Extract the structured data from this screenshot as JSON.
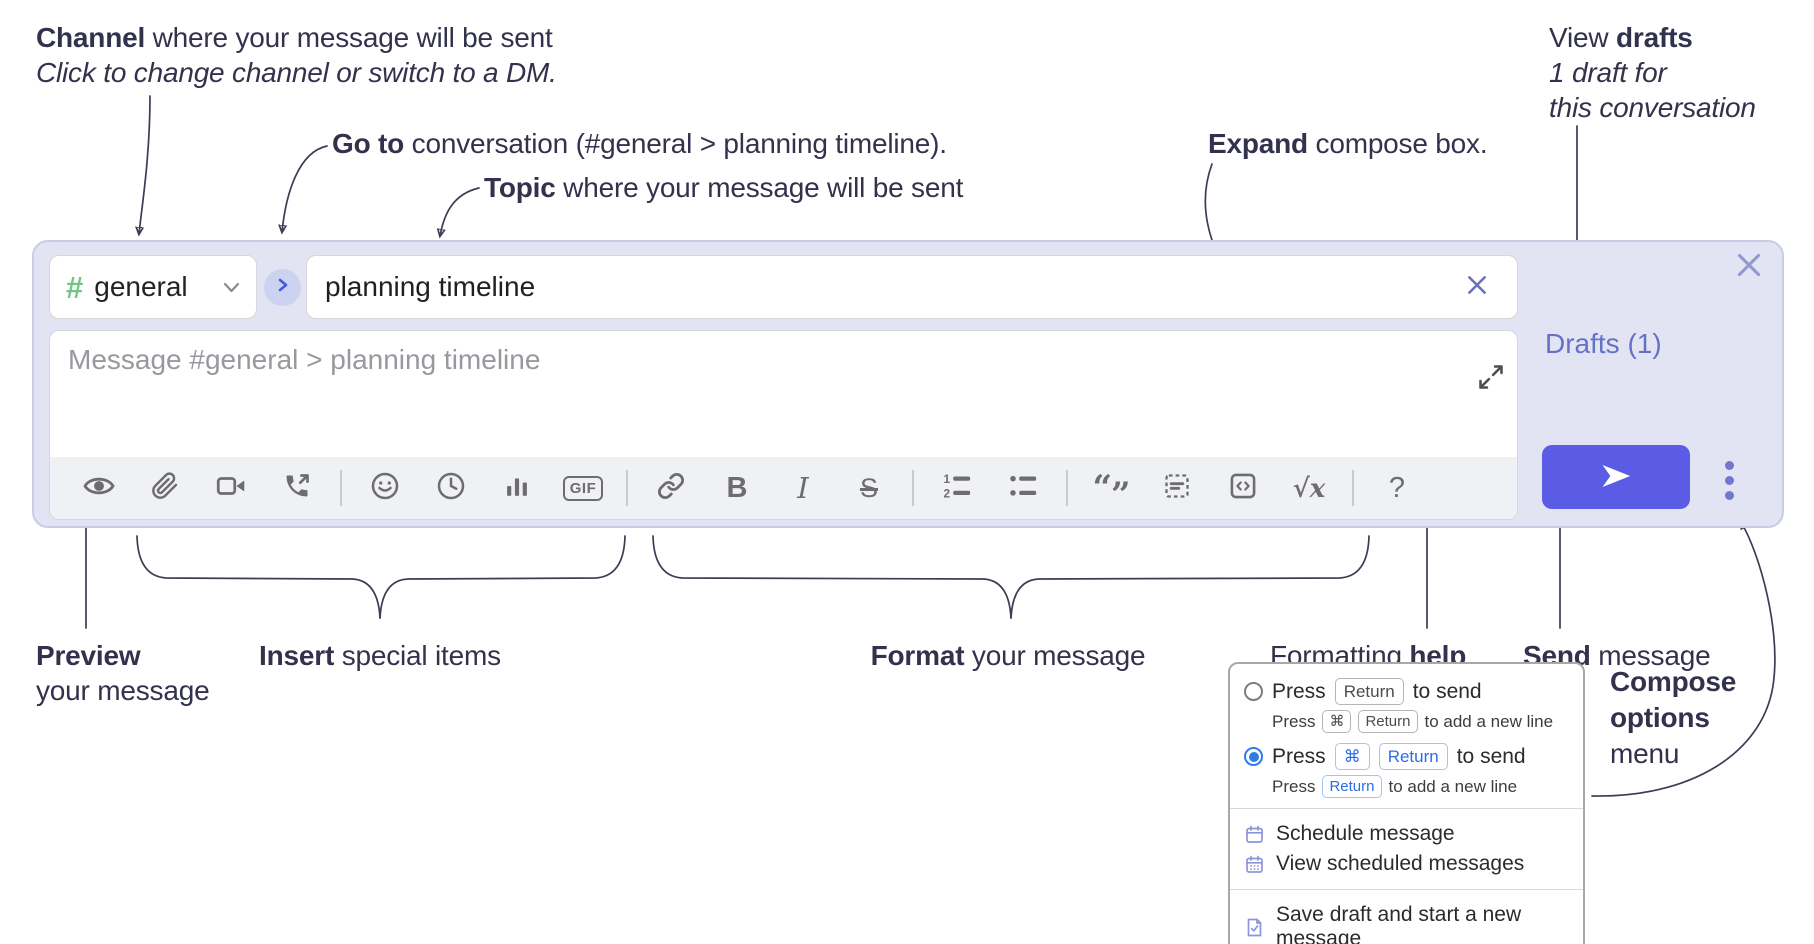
{
  "colors": {
    "container_bg": "#e2e4f3",
    "accent_send": "#5a5ce6",
    "drafts_link": "#6571c6",
    "hash_green": "#72c585",
    "radio_blue": "#2e7ce9",
    "key_blue": "#2d6ce8",
    "icon_gray": "#6d6d6d"
  },
  "annotations": {
    "channel": {
      "bold": "Channel",
      "rest": " where your message will be sent",
      "line2": "Click to change channel or switch to a DM."
    },
    "goto": {
      "bold": "Go to",
      "rest": " conversation (#general > planning timeline)."
    },
    "topic": {
      "bold": "Topic",
      "rest": " where your message will be sent"
    },
    "expand": {
      "bold": "Expand",
      "rest": " compose box."
    },
    "drafts": {
      "pre": "View ",
      "bold": "drafts",
      "line2": "1 draft for",
      "line3": "this conversation"
    },
    "preview": {
      "bold": "Preview",
      "line2": "your message"
    },
    "insert": {
      "bold": "Insert",
      "rest": " special items"
    },
    "format": {
      "bold": "Format",
      "rest": " your message"
    },
    "help": {
      "pre": "Formatting ",
      "bold": "help"
    },
    "send": {
      "bold": "Send",
      "rest": " message"
    },
    "compose_menu": {
      "bold1": "Compose",
      "bold2": "options",
      "rest": "menu"
    }
  },
  "compose": {
    "channel_hash": "#",
    "channel_name": "general",
    "topic_value": "planning timeline",
    "message_placeholder": "Message #general > planning timeline",
    "drafts_link": "Drafts (1)",
    "toolbar": {
      "gif": "GIF",
      "bold": "B",
      "italic": "I",
      "strike": "S",
      "ol_1": "1",
      "ol_2": "2",
      "quote_open": "“",
      "quote_close": "”",
      "math_root": "√x",
      "help": "?"
    }
  },
  "popup": {
    "option1": {
      "press": "Press",
      "key": "Return",
      "after": "to send",
      "sub_press": "Press",
      "sub_key1": "⌘",
      "sub_key2": "Return",
      "sub_after": "to add a new line"
    },
    "option2": {
      "press": "Press",
      "key1": "⌘",
      "key2": "Return",
      "after": "to send",
      "sub_press": "Press",
      "sub_key": "Return",
      "sub_after": "to add a new line"
    },
    "items": [
      {
        "label": "Schedule message"
      },
      {
        "label": "View scheduled messages"
      },
      {
        "label": "Save draft and start a new message"
      }
    ]
  }
}
